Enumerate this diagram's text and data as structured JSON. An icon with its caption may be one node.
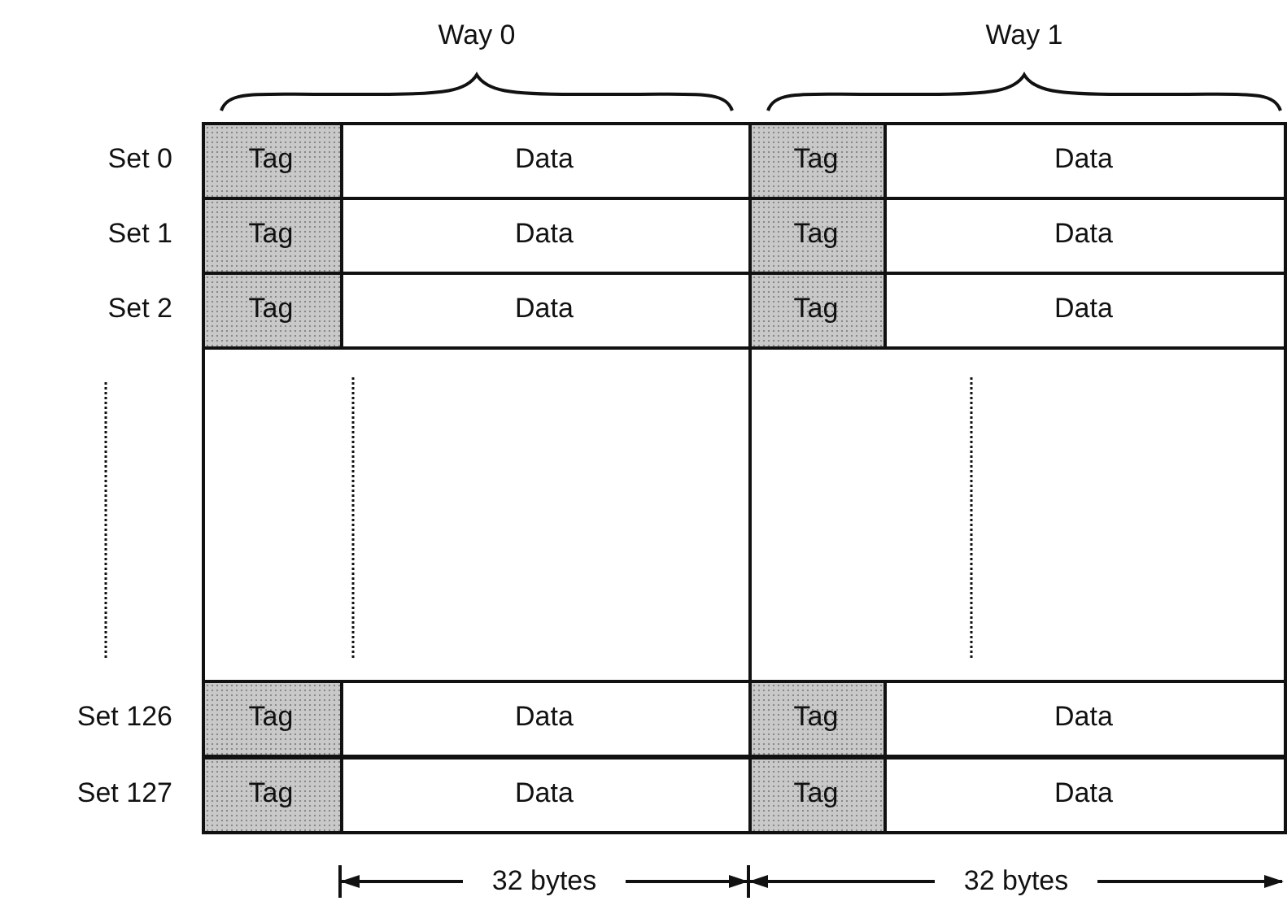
{
  "diagram": {
    "labels": [
      "Way 0",
      "Way 1",
      "Set 0",
      "Tag",
      "Data",
      "Tag",
      "Data",
      "Set 1",
      "Tag",
      "Data",
      "Tag",
      "Data",
      "Set 2",
      "Tag",
      "Data",
      "Tag",
      "Data",
      "Set 126",
      "Tag",
      "Data",
      "Tag",
      "Data",
      "Set 127",
      "Tag",
      "Data",
      "Tag",
      "Data",
      "32 bytes",
      "32 bytes"
    ]
  }
}
